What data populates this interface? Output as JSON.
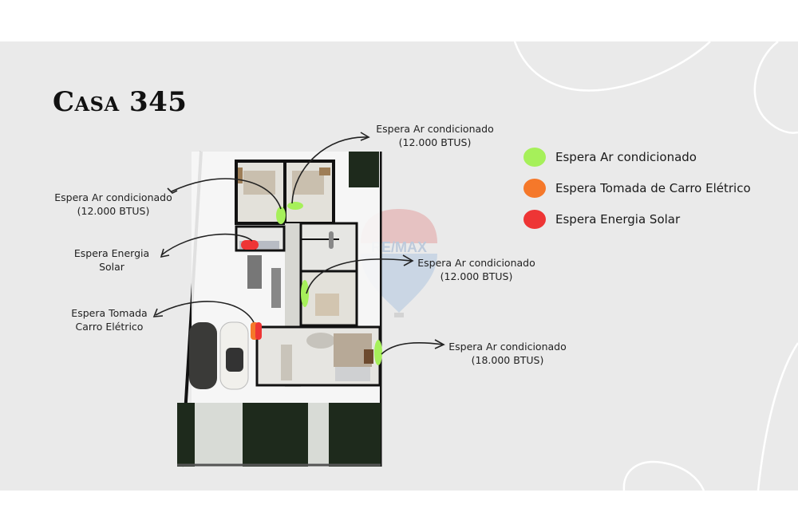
{
  "title": "Casa 345",
  "legend": [
    {
      "label": "Espera Ar condicionado",
      "color": "#a6f05a"
    },
    {
      "label": "Espera Tomada de Carro Elétrico",
      "color": "#f5782a"
    },
    {
      "label": "Espera Energia Solar",
      "color": "#ee3535"
    }
  ],
  "annotations": {
    "ac_top": {
      "line1": "Espera Ar condicionado",
      "line2": "(12.000 BTUS)"
    },
    "ac_left": {
      "line1": "Espera Ar condicionado",
      "line2": "(12.000 BTUS)"
    },
    "solar": {
      "line1": "Espera Energia",
      "line2": "Solar"
    },
    "car": {
      "line1": "Espera Tomada",
      "line2": "Carro Elétrico"
    },
    "ac_mid": {
      "line1": "Espera Ar condicionado",
      "line2": "(12.000 BTUS)"
    },
    "ac_living": {
      "line1": "Espera Ar condicionado",
      "line2": "(18.000 BTUS)"
    }
  },
  "watermark": {
    "text": "RE/MAX"
  },
  "colors": {
    "background": "#eaeaea",
    "ac": "#a6f05a",
    "car_charger": "#f5782a",
    "solar": "#ee3535",
    "lawn": "#1e2a1c"
  }
}
